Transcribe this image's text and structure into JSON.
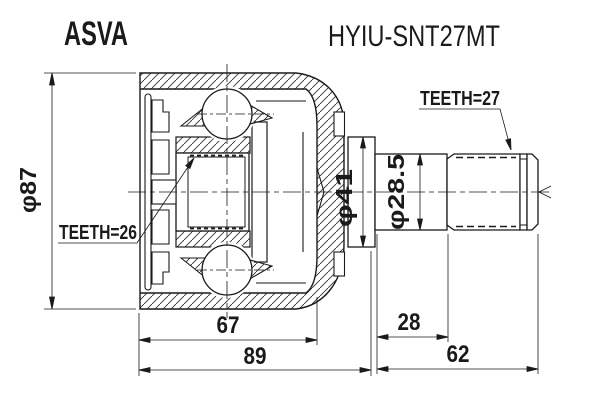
{
  "header": {
    "brand": "ASVA",
    "part_number": "HYIU-SNT27MT"
  },
  "drawing": {
    "labels": {
      "teeth_inner": "TEETH=26",
      "teeth_outer": "TEETH=27"
    },
    "dimensions": {
      "outer_diameter": "φ87",
      "flange_diameter": "φ41",
      "shaft_diameter": "φ28.5",
      "housing_depth": "67",
      "housing_length": "89",
      "spline_offset": "28",
      "shaft_length": "62"
    },
    "colors": {
      "line": "#1a1a1a",
      "background": "#ffffff"
    }
  }
}
